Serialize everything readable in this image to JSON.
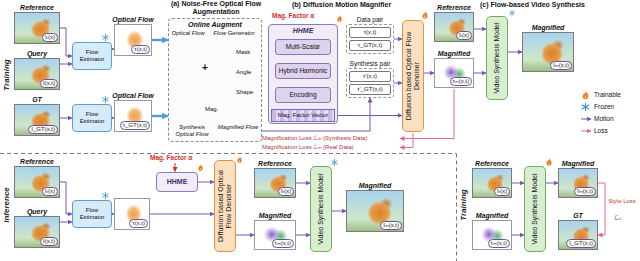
{
  "diagram": {
    "nodes": [
      {
        "text": [
          "Reference",
          "Iᵣ(x)"
        ]
      },
      {
        "text": [
          "Query",
          "I(x,t)"
        ]
      },
      {
        "text": [
          "GT",
          "I_GT(x,t)"
        ]
      },
      {
        "text": [
          "Flow Estimator"
        ]
      },
      {
        "text": [
          "Flow Estimator"
        ]
      },
      {
        "text": [
          "Optical Flow",
          "τ(x,t)"
        ]
      },
      {
        "text": [
          "Optical Flow",
          "τ_GT(x,t)"
        ]
      },
      {
        "text": [
          "Online Augment"
        ]
      },
      {
        "text": [
          "HHME"
        ]
      },
      {
        "text": [
          "Multi-Scalar"
        ],
        "in": 8
      },
      {
        "text": [
          "Hybrid Harmonic"
        ],
        "in": 8
      },
      {
        "text": [
          "Encoding"
        ],
        "in": 8
      },
      {
        "text": [
          "Mag. Factor Vector"
        ],
        "in": 8
      },
      {
        "text": [
          "Data pair"
        ]
      },
      {
        "text": [
          "τ(x,t)"
        ],
        "in": 13
      },
      {
        "text": [
          "τ_GT(x,t)"
        ],
        "in": 13
      },
      {
        "text": [
          "Synthesis pair"
        ]
      },
      {
        "text": [
          "τ'(x,t)"
        ],
        "in": 16
      },
      {
        "text": [
          "τ'_GT(x,t)"
        ],
        "in": 16
      },
      {
        "text": [
          "Diffusion based Optical Flow Denoiser"
        ]
      },
      {
        "text": [
          "Reference",
          "Iᵣ(x)"
        ]
      },
      {
        "text": [
          "Magnified",
          "τₘ(x,t)"
        ]
      },
      {
        "text": [
          "Video Synthesis Model"
        ]
      },
      {
        "text": [
          "Magnified",
          "Iₘ(x,t)"
        ]
      },
      {
        "text": [
          "Reference",
          "Iᵣ(x)"
        ]
      },
      {
        "text": [
          "Query",
          "I(x,t)"
        ]
      },
      {
        "text": [
          "Flow Estimator"
        ]
      },
      {
        "text": [
          "τ(x,t)"
        ]
      },
      {
        "text": [
          "HHME"
        ]
      },
      {
        "text": [
          "Diffusion based Optical Flow Denoiser"
        ]
      },
      {
        "text": [
          "Reference",
          "Iᵣ(x)"
        ]
      },
      {
        "text": [
          "Magnified",
          "τₘ(x,t)"
        ]
      },
      {
        "text": [
          "Video Synthesis Model"
        ]
      },
      {
        "text": [
          "Magnified",
          "Iₘ(x,t)"
        ]
      },
      {
        "text": [
          "Reference",
          "Iᵣ(x)"
        ]
      },
      {
        "text": [
          "Magnified",
          "τₘ(x,t)"
        ]
      },
      {
        "text": [
          "Video Synthesis Model"
        ]
      },
      {
        "text": [
          "Magnified",
          "Iₘ(x,t)"
        ]
      },
      {
        "text": [
          "GT",
          "I_GT(x,t)"
        ]
      }
    ],
    "edges": [
      {
        "from": 0,
        "to": 3,
        "arrow": "to"
      },
      {
        "from": 1,
        "to": 3,
        "arrow": "to"
      },
      {
        "from": 2,
        "to": 4,
        "arrow": "to"
      },
      {
        "from": 3,
        "to": 5,
        "arrow": "to"
      },
      {
        "from": 4,
        "to": 6,
        "arrow": "to"
      },
      {
        "from": 5,
        "to": 7,
        "arrow": "to"
      },
      {
        "from": 6,
        "to": 7,
        "arrow": "to"
      },
      {
        "from": 9,
        "to": 10,
        "arrow": "to"
      },
      {
        "from": 10,
        "to": 11,
        "arrow": "to"
      },
      {
        "from": 11,
        "to": 12,
        "arrow": "to"
      },
      {
        "from": 12,
        "to": 19,
        "arrow": "to"
      },
      {
        "from": 13,
        "to": 19,
        "arrow": "to"
      },
      {
        "from": 16,
        "to": 19,
        "arrow": "to"
      },
      {
        "from": 7,
        "to": 16,
        "arrow": "to"
      },
      {
        "from": 19,
        "to": 21,
        "arrow": "to"
      },
      {
        "from": 20,
        "to": 22,
        "arrow": "to"
      },
      {
        "from": 21,
        "to": 22,
        "arrow": "to"
      },
      {
        "from": 22,
        "to": 23,
        "arrow": "to"
      },
      {
        "from": 24,
        "to": 26,
        "arrow": "to"
      },
      {
        "from": 25,
        "to": 26,
        "arrow": "to"
      },
      {
        "from": 26,
        "to": 27,
        "arrow": "to"
      },
      {
        "from": 27,
        "to": 29,
        "arrow": "to"
      },
      {
        "from": 28,
        "to": 29,
        "arrow": "to"
      },
      {
        "from": 29,
        "to": 31,
        "arrow": "to"
      },
      {
        "from": 30,
        "to": 32,
        "arrow": "to"
      },
      {
        "from": 31,
        "to": 32,
        "arrow": "to"
      },
      {
        "from": 32,
        "to": 33,
        "arrow": "to"
      },
      {
        "from": 34,
        "to": 36,
        "arrow": "to"
      },
      {
        "from": 35,
        "to": 36,
        "arrow": "to"
      },
      {
        "from": 36,
        "to": 37,
        "arrow": "to"
      },
      {
        "from": 37,
        "to": 38,
        "label": "Style Loss",
        "arrow": "to"
      }
    ],
    "labels": [
      "Training",
      "(a) Noise-Free Optical Flow Augmentation",
      "(b) Diffusion Motion Magnifier",
      "(c) Flow-based Video Synthesis",
      "Optical Flow",
      "Flow Generator",
      "Mask",
      "Angle",
      "Shape",
      "+",
      "Synthesis Optical Flow",
      "Magnified Flow",
      "Mag.",
      "Mag. Factor α",
      "Magnification Loss ℒₘ (Synthesis Data)",
      "Magnification Loss ℒₘ (Real Data)",
      "Inference",
      "Mag. Factor α",
      "Training",
      "ℒₛ"
    ],
    "legend": [
      {
        "text": "Trainable"
      },
      {
        "text": "Frozen"
      },
      {
        "text": "Motion"
      },
      {
        "text": "Loss"
      }
    ]
  }
}
